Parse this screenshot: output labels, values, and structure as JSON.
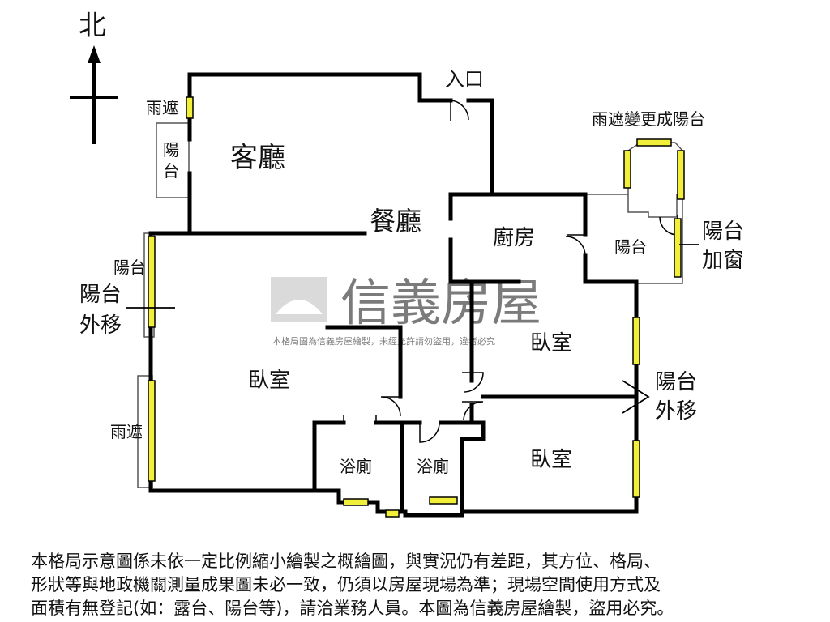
{
  "compass": {
    "north_label": "北"
  },
  "rooms": {
    "living_room": "客廳",
    "dining_room": "餐廳",
    "kitchen": "廚房",
    "entrance": "入口",
    "bedroom_west": "臥室",
    "bedroom_ne": "臥室",
    "bedroom_se": "臥室",
    "bath_left": "浴廁",
    "bath_right": "浴廁",
    "balcony_kitchen": "陽台",
    "balcony_west_upper": "陽台",
    "balcony_nw": "陽",
    "balcony_nw_2": "台"
  },
  "notes": {
    "canopy_nw": "雨遮",
    "canopy_to_balcony": "雨遮變更成陽台",
    "balcony_window_1": "陽台",
    "balcony_window_2": "加窗",
    "west_moved_1": "陽台",
    "west_moved_2": "外移",
    "east_moved_1": "陽台",
    "east_moved_2": "外移",
    "canopy_west_lower": "雨遮"
  },
  "watermark": {
    "brand": "信義房屋",
    "notice": "本格局圖為信義房屋繪製，未經允許請勿盜用，違者必究"
  },
  "disclaimer": {
    "line1": "本格局示意圖係未依一定比例縮小繪製之概繪圖，與實況仍有差距，其方位、格局、",
    "line2": "形狀等與地政機關測量成果圖未必一致，仍須以房屋現場為準；現場空間使用方式及",
    "line3": "面積有無登記(如：露台、陽台等)，請洽業務人員。本圖為信義房屋繪製，盜用必究。"
  },
  "colors": {
    "wall": "#000000",
    "window": "#f2ef3a",
    "watermark": "#c8c8c8"
  }
}
